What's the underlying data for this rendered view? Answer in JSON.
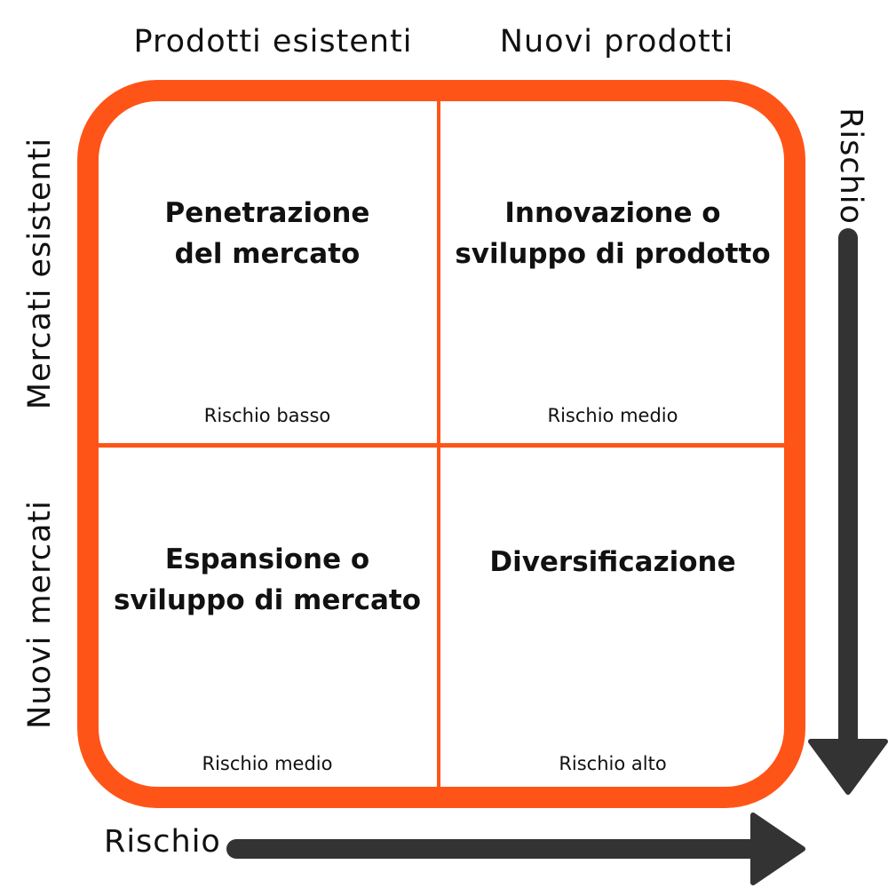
{
  "columns": [
    "Prodotti esistenti",
    "Nuovi prodotti"
  ],
  "rows": [
    "Mercati esistenti",
    "Nuovi mercati"
  ],
  "cells": [
    {
      "title": "Penetrazione\ndel mercato",
      "risk": "Rischio basso"
    },
    {
      "title": "Innovazione o\nsviluppo di prodotto",
      "risk": "Rischio medio"
    },
    {
      "title": "Espansione o\nsviluppo di mercato",
      "risk": "Rischio medio"
    },
    {
      "title": "Diversificazione",
      "risk": "Rischio alto"
    }
  ],
  "axes": {
    "vertical": "Rischio",
    "horizontal": "Rischio"
  },
  "colors": {
    "frame": "#FF5418",
    "arrow": "#333333"
  }
}
